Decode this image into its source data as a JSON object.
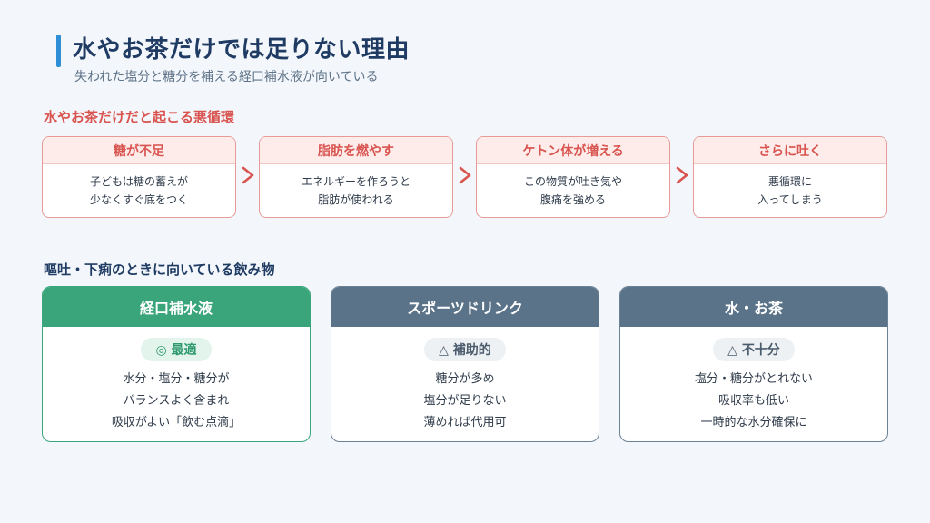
{
  "title": "水やお茶だけでは足りない理由",
  "subtitle": "失われた塩分と糖分を補える経口補水液が向いている",
  "cycle_section": {
    "label": "水やお茶だけだと起こる悪循環",
    "steps": [
      {
        "title": "糖が不足",
        "text": "子どもは糖の蓄えが\n少なくすぐ底をつく"
      },
      {
        "title": "脂肪を燃やす",
        "text": "エネルギーを作ろうと\n脂肪が使われる"
      },
      {
        "title": "ケトン体が増える",
        "text": "この物質が吐き気や\n腹痛を強める"
      },
      {
        "title": "さらに吐く",
        "text": "悪循環に\n入ってしまう"
      }
    ]
  },
  "drinks_section": {
    "label": "嘔吐・下痢のときに向いている飲み物",
    "cards": [
      {
        "name": "経口補水液",
        "badge": "◎ 最適",
        "lines": [
          "水分・塩分・糖分が",
          "バランスよく含まれ",
          "吸収がよい「飲む点滴」"
        ]
      },
      {
        "name": "スポーツドリンク",
        "badge": "△ 補助的",
        "lines": [
          "糖分が多め",
          "塩分が足りない",
          "薄めれば代用可"
        ]
      },
      {
        "name": "水・お茶",
        "badge": "△ 不十分",
        "lines": [
          "塩分・糖分がとれない",
          "吸収率も低い",
          "一時的な水分確保に"
        ]
      }
    ]
  },
  "colors": {
    "accent_blue": "#2f8fd6",
    "warning_red": "#d9534f",
    "best_green": "#3aa57a",
    "neutral_slate": "#5b7389"
  }
}
